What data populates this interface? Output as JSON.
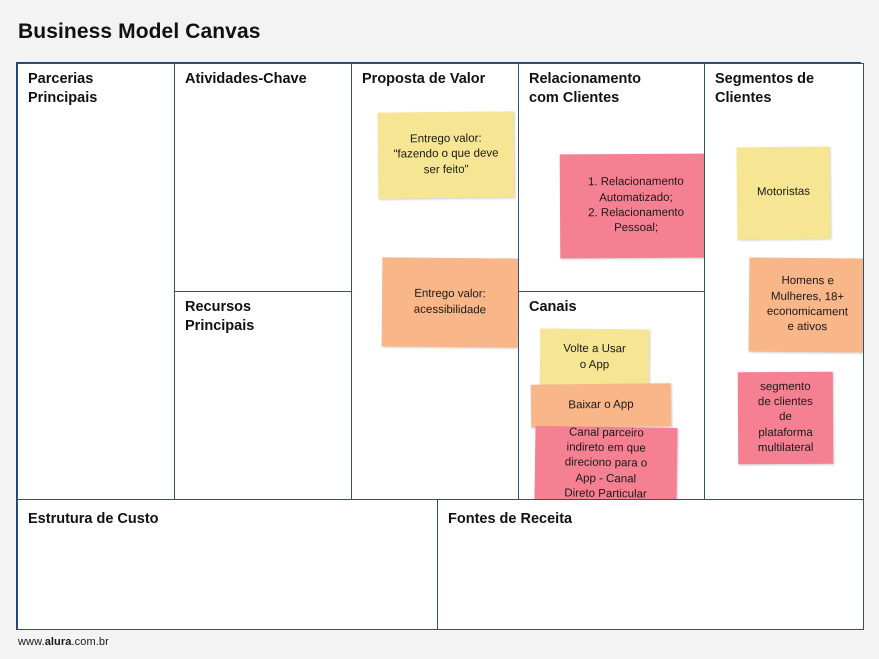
{
  "page": {
    "title": "Business Model Canvas",
    "footer_url": "www.alura.com.br",
    "background_color": "#f3f3f3",
    "frame_color": "#1f4568"
  },
  "colors": {
    "yellow_note": "#f6e693",
    "orange_note": "#f8b689",
    "pink_note": "#f58092",
    "cell_border": "#2a537d",
    "text": "#111111"
  },
  "blocks": {
    "key_partners": {
      "title": "Parcerias\nPrincipais",
      "notes": []
    },
    "key_activities": {
      "title": "Atividades-Chave",
      "notes": []
    },
    "key_resources": {
      "title": "Recursos\nPrincipais",
      "notes": []
    },
    "value_proposition": {
      "title": "Proposta de Valor",
      "notes": [
        {
          "color": "yellow",
          "text": "Entrego valor:\n\"fazendo o que deve\nser feito\""
        },
        {
          "color": "orange",
          "text": "Entrego valor:\nacessibilidade"
        }
      ]
    },
    "customer_relationships": {
      "title": "Relacionamento\ncom Clientes",
      "notes": [
        {
          "color": "pink",
          "text": "1. Relacionamento\nAutomatizado;\n2. Relacionamento\nPessoal;"
        }
      ]
    },
    "channels": {
      "title": "Canais",
      "notes": [
        {
          "color": "yellow",
          "text": "Volte a Usar\no App"
        },
        {
          "color": "orange",
          "text": "Baixar o App"
        },
        {
          "color": "pink",
          "text": "Canal parceiro\nindireto em que\ndireciono para o\nApp - Canal\nDireto Particular"
        }
      ]
    },
    "customer_segments": {
      "title": "Segmentos de\nClientes",
      "notes": [
        {
          "color": "yellow",
          "text": "Motoristas"
        },
        {
          "color": "orange",
          "text": "Homens e\nMulheres, 18+\neconomicament\ne ativos"
        },
        {
          "color": "pink",
          "text": "segmento\nde clientes\nde\nplataforma\nmultilateral"
        }
      ]
    },
    "cost_structure": {
      "title": "Estrutura de Custo",
      "notes": []
    },
    "revenue_streams": {
      "title": "Fontes de Receita",
      "notes": []
    }
  }
}
